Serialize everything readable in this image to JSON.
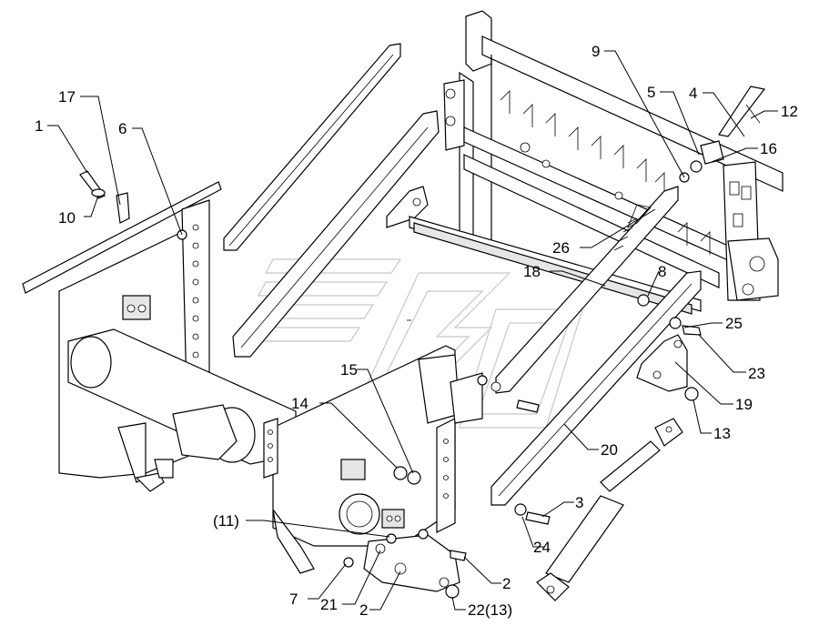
{
  "diagram": {
    "callouts": [
      {
        "id": "c1",
        "text": "1"
      },
      {
        "id": "c17",
        "text": "17"
      },
      {
        "id": "c6",
        "text": "6"
      },
      {
        "id": "c10",
        "text": "10"
      },
      {
        "id": "c9",
        "text": "9"
      },
      {
        "id": "c5",
        "text": "5"
      },
      {
        "id": "c4",
        "text": "4"
      },
      {
        "id": "c12",
        "text": "12"
      },
      {
        "id": "c16",
        "text": "16"
      },
      {
        "id": "c26",
        "text": "26"
      },
      {
        "id": "c18",
        "text": "18"
      },
      {
        "id": "c8",
        "text": "8"
      },
      {
        "id": "c25",
        "text": "25"
      },
      {
        "id": "c23",
        "text": "23"
      },
      {
        "id": "c19",
        "text": "19"
      },
      {
        "id": "c13",
        "text": "13"
      },
      {
        "id": "c15",
        "text": "15"
      },
      {
        "id": "c14",
        "text": "14"
      },
      {
        "id": "c20",
        "text": "20"
      },
      {
        "id": "c3",
        "text": "3"
      },
      {
        "id": "c24",
        "text": "24"
      },
      {
        "id": "c11",
        "text": "(11)"
      },
      {
        "id": "c2a",
        "text": "2"
      },
      {
        "id": "c7",
        "text": "7"
      },
      {
        "id": "c21",
        "text": "21"
      },
      {
        "id": "c2b",
        "text": "2"
      },
      {
        "id": "c22",
        "text": "22(13)"
      }
    ]
  }
}
